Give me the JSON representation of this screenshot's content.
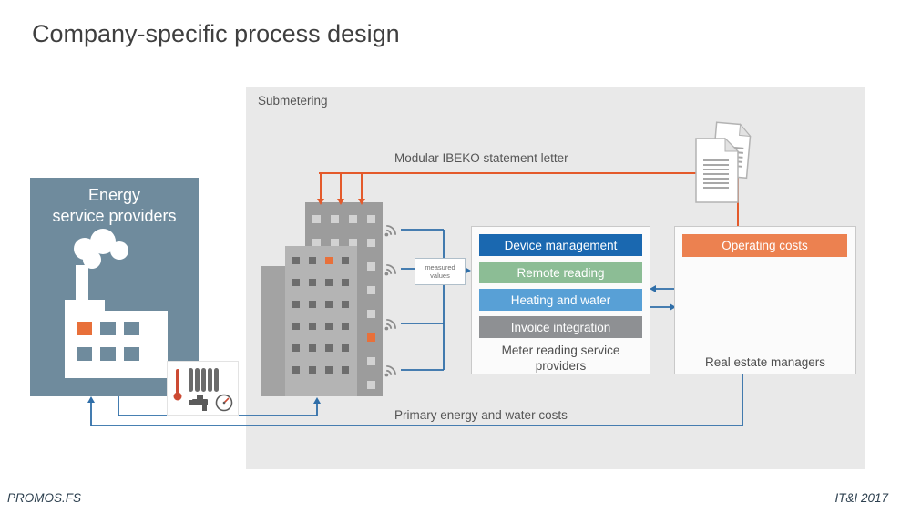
{
  "title": "Company-specific process design",
  "panel": {
    "label": "Submetering"
  },
  "energy_box": {
    "line1": "Energy",
    "line2": "service providers"
  },
  "flows": {
    "statement_label": "Modular IBEKO statement letter",
    "primary_label": "Primary energy and water costs",
    "measured_line1": "measured",
    "measured_line2": "values"
  },
  "meter_box": {
    "bars": [
      {
        "label": "Device management",
        "color": "#1a68b0"
      },
      {
        "label": "Remote reading",
        "color": "#8cbd95"
      },
      {
        "label": "Heating and water",
        "color": "#58a0d6"
      },
      {
        "label": "Invoice integration",
        "color": "#8e9093"
      }
    ],
    "label_line1": "Meter reading service",
    "label_line2": "providers"
  },
  "real_estate_box": {
    "bar": {
      "label": "Operating costs",
      "color": "#ec8150"
    },
    "label": "Real estate managers"
  },
  "footer": {
    "left": "PROMOS.FS",
    "right": "IT&I 2017"
  },
  "colors": {
    "accent_orange": "#e45a2b",
    "accent_blue": "#2f6ea8",
    "energy_box_bg": "#6f8b9d",
    "panel_bg": "#e9e9e9"
  },
  "icons": {
    "factory": "factory-icon",
    "wifi": "wifi-signal-icon",
    "documents": "statement-documents-icon",
    "meter": "heat-meter-icon"
  }
}
